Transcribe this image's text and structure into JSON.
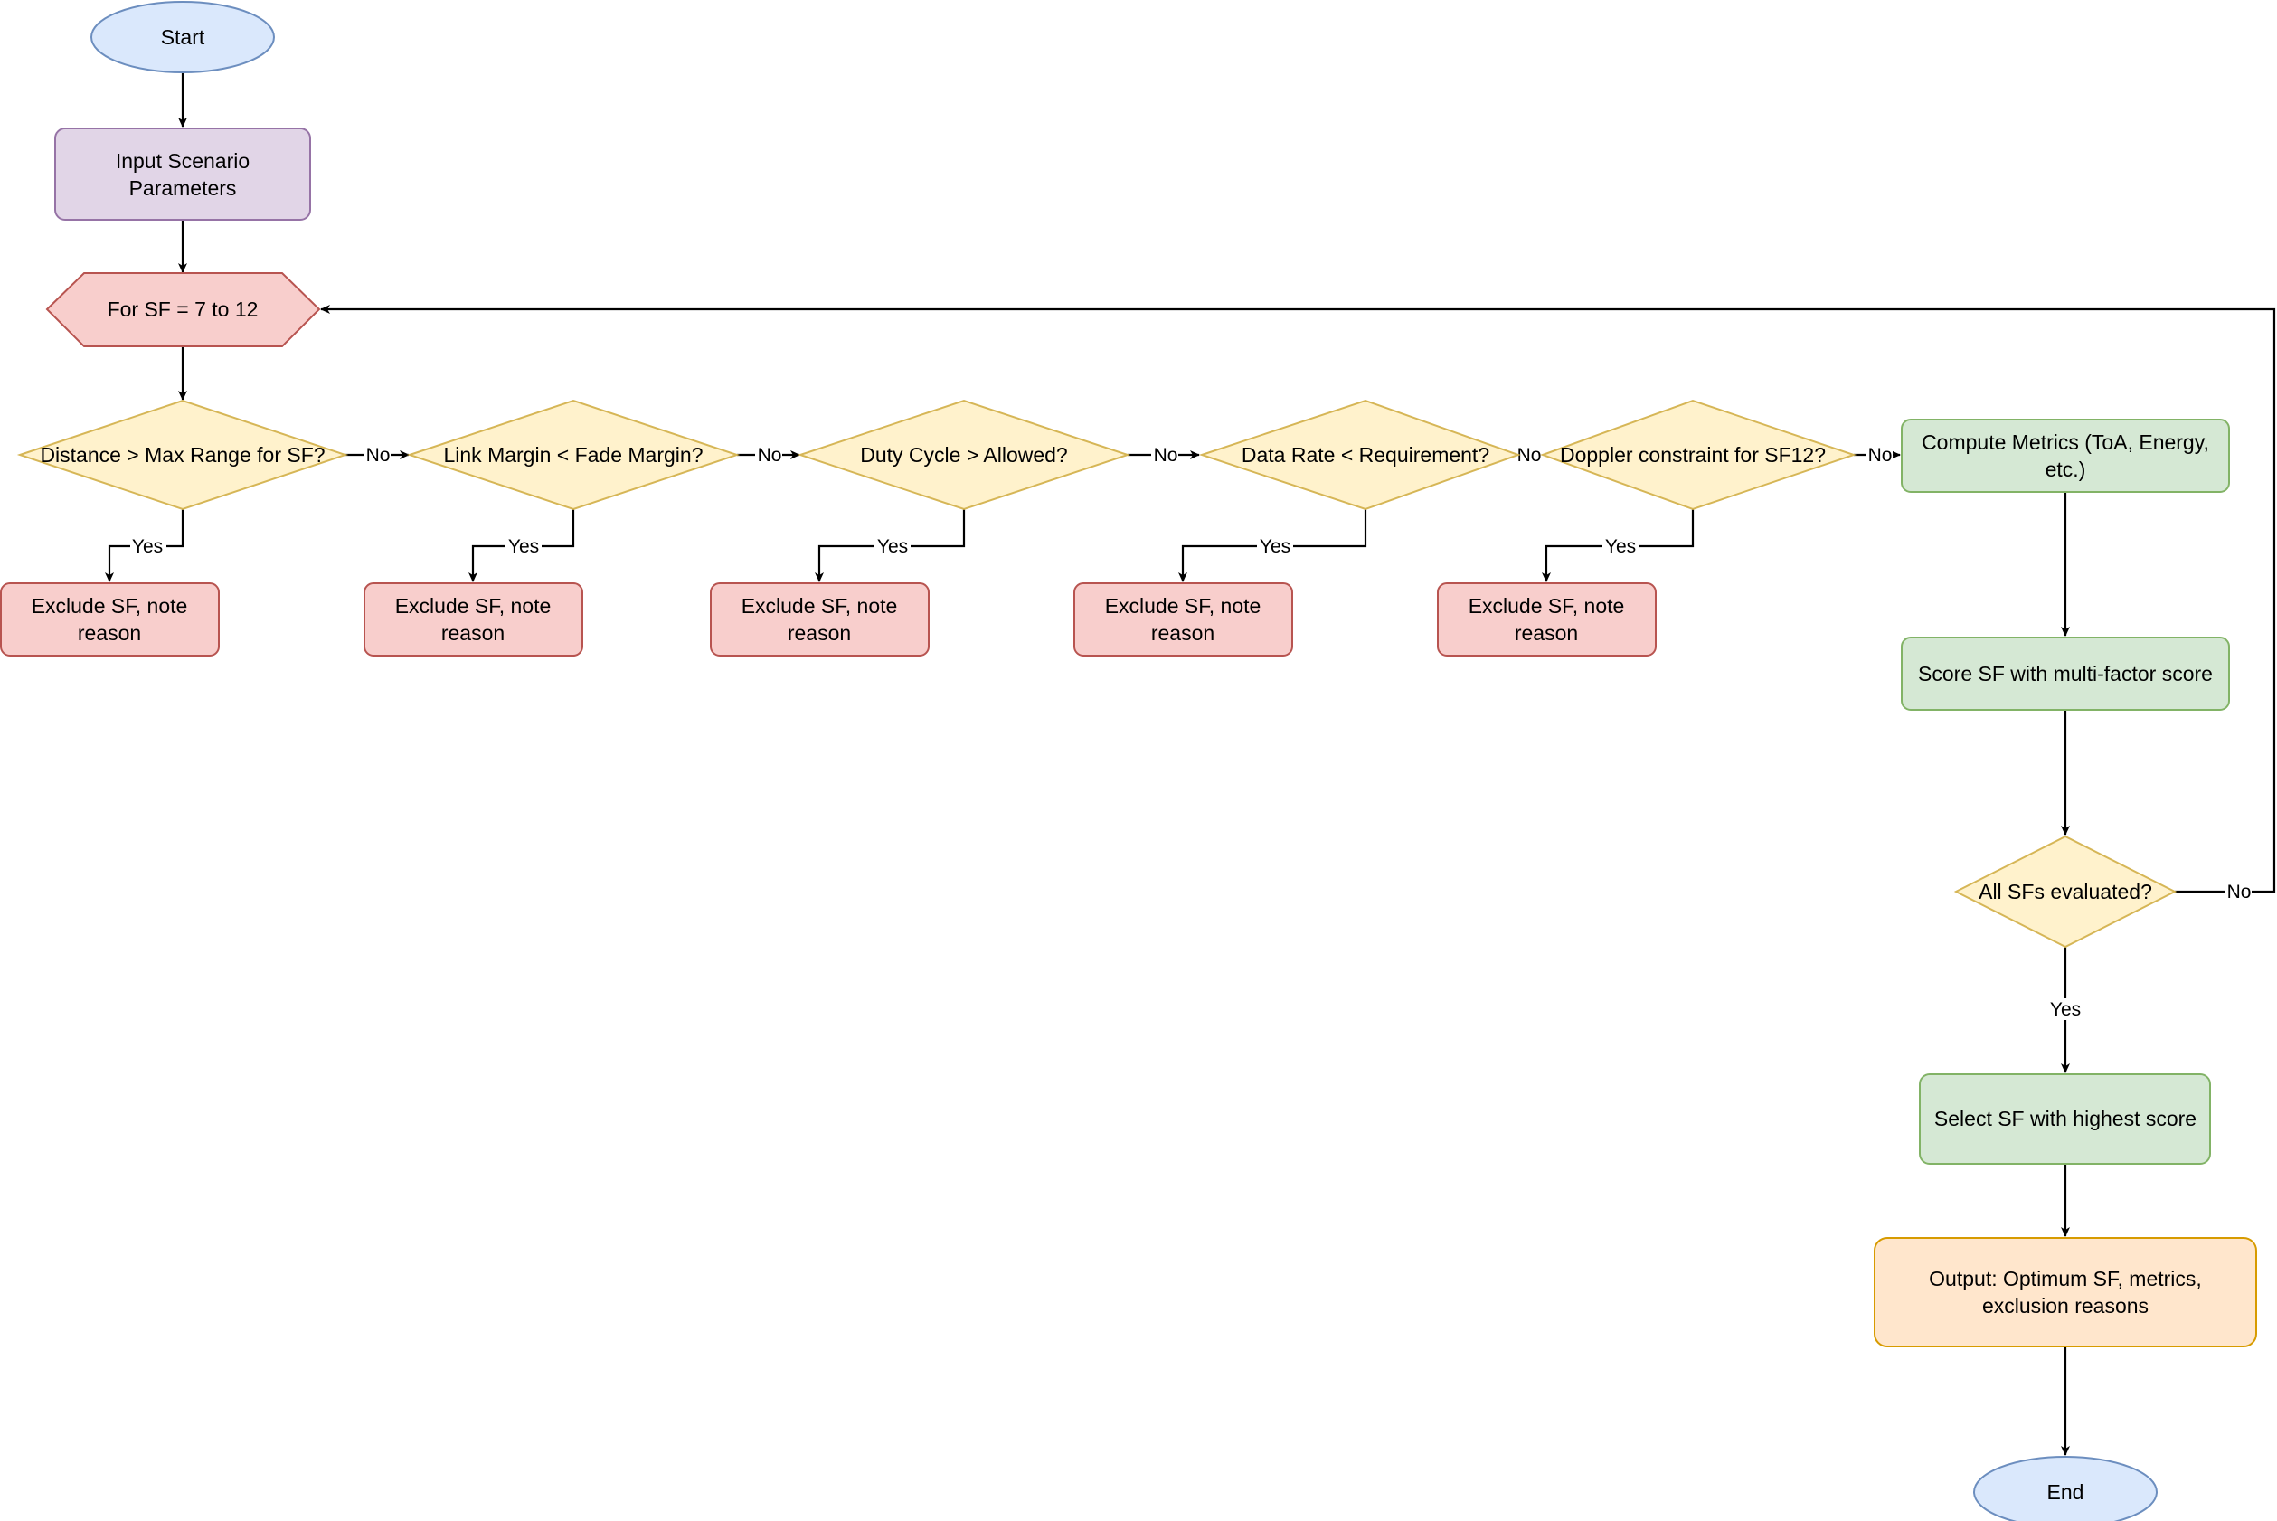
{
  "colors": {
    "terminal_fill": "#dae8fc",
    "terminal_stroke": "#6c8ebf",
    "input_fill": "#e1d5e7",
    "input_stroke": "#9673a6",
    "loop_fill": "#f8cecc",
    "loop_stroke": "#b85450",
    "decision_fill": "#fff2cc",
    "decision_stroke": "#d6b656",
    "exclude_fill": "#f8cecc",
    "exclude_stroke": "#b85450",
    "process_fill": "#d5e8d4",
    "process_stroke": "#82b366",
    "output_fill": "#ffe6cc",
    "output_stroke": "#d79b00",
    "edge": "#000000"
  },
  "nodes": {
    "start": "Start",
    "input": [
      "Input Scenario",
      "Parameters"
    ],
    "loop": "For SF = 7 to 12",
    "d1": "Distance > Max Range for SF?",
    "d2": "Link Margin < Fade Margin?",
    "d3": "Duty Cycle > Allowed?",
    "d4": "Data Rate < Requirement?",
    "d5": "Doppler constraint for SF12?",
    "exclude": [
      "Exclude SF, note",
      "reason"
    ],
    "compute": [
      "Compute Metrics (ToA, Energy,",
      "etc.)"
    ],
    "score": "Score SF with multi-factor score",
    "all": "All SFs evaluated?",
    "select": "Select SF with highest score",
    "output": [
      "Output: Optimum SF, metrics,",
      "exclusion reasons"
    ],
    "end": "End"
  },
  "edge_labels": {
    "yes": "Yes",
    "no": "No"
  }
}
